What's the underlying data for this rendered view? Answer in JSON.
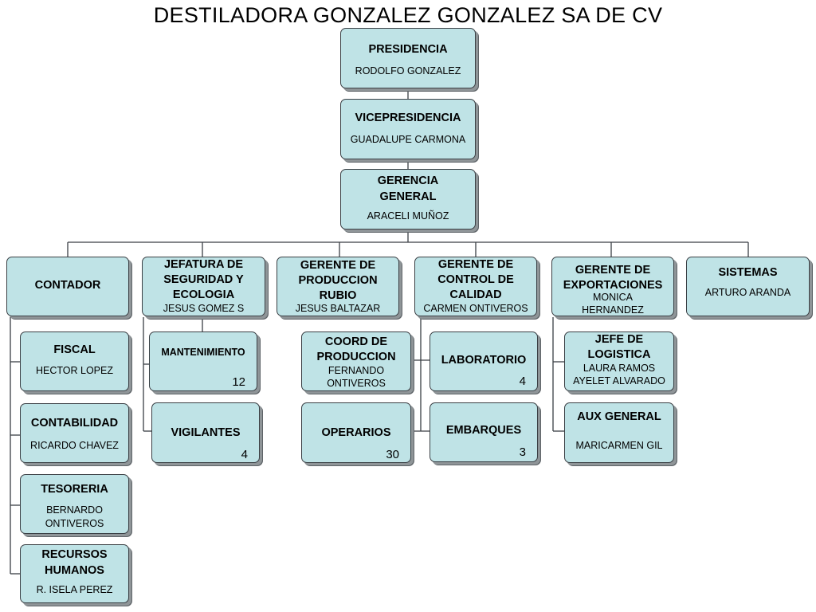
{
  "title": "DESTILADORA GONZALEZ GONZALEZ SA DE CV",
  "presidencia": {
    "title": "PRESIDENCIA",
    "name": "RODOLFO GONZALEZ"
  },
  "vicepresidencia": {
    "title": "VICEPRESIDENCIA",
    "name": "GUADALUPE CARMONA"
  },
  "gerencia": {
    "title1": "GERENCIA",
    "title2": "GENERAL",
    "name": "ARACELI MUÑOZ"
  },
  "contador": {
    "title": "CONTADOR"
  },
  "fiscal": {
    "title": "FISCAL",
    "name": "HECTOR LOPEZ"
  },
  "contabilidad": {
    "title": "CONTABILIDAD",
    "name": "RICARDO CHAVEZ"
  },
  "tesoreria": {
    "title": "TESORERIA",
    "name1": "BERNARDO",
    "name2": "ONTIVEROS"
  },
  "rh": {
    "title1": "RECURSOS",
    "title2": "HUMANOS",
    "name": "R. ISELA PEREZ"
  },
  "seguridad": {
    "title1": "JEFATURA DE",
    "title2": "SEGURIDAD Y",
    "title3": "ECOLOGIA",
    "name": "JESUS GOMEZ S"
  },
  "mantenimiento": {
    "title": "MANTENIMIENTO",
    "count": "12"
  },
  "vigilantes": {
    "title": "VIGILANTES",
    "count": "4"
  },
  "produccion": {
    "title1": "GERENTE DE",
    "title2": "PRODUCCION",
    "title3": "RUBIO",
    "name": "JESUS BALTAZAR"
  },
  "coord": {
    "title1": "COORD DE",
    "title2": "PRODUCCION",
    "name1": "FERNANDO",
    "name2": "ONTIVEROS"
  },
  "operarios": {
    "title": "OPERARIOS",
    "count": "30"
  },
  "calidad": {
    "title1": "GERENTE DE",
    "title2": "CONTROL DE",
    "title3": "CALIDAD",
    "name": "CARMEN ONTIVEROS"
  },
  "laboratorio": {
    "title": "LABORATORIO",
    "count": "4"
  },
  "embarques": {
    "title": "EMBARQUES",
    "count": "3"
  },
  "exportaciones": {
    "title1": "GERENTE DE",
    "title2": "EXPORTACIONES",
    "name1": "MONICA",
    "name2": "HERNANDEZ"
  },
  "logistica": {
    "title1": "JEFE DE",
    "title2": "LOGISTICA",
    "name1": "LAURA RAMOS",
    "name2": "AYELET ALVARADO"
  },
  "aux": {
    "title": "AUX GENERAL",
    "name": "MARICARMEN GIL"
  },
  "sistemas": {
    "title": "SISTEMAS",
    "name": "ARTURO ARANDA"
  },
  "colors": {
    "box_fill": "#bfe3e6",
    "box_border": "#3a3f44",
    "shadow": "#5f6468",
    "connector": "#3a3f44"
  }
}
